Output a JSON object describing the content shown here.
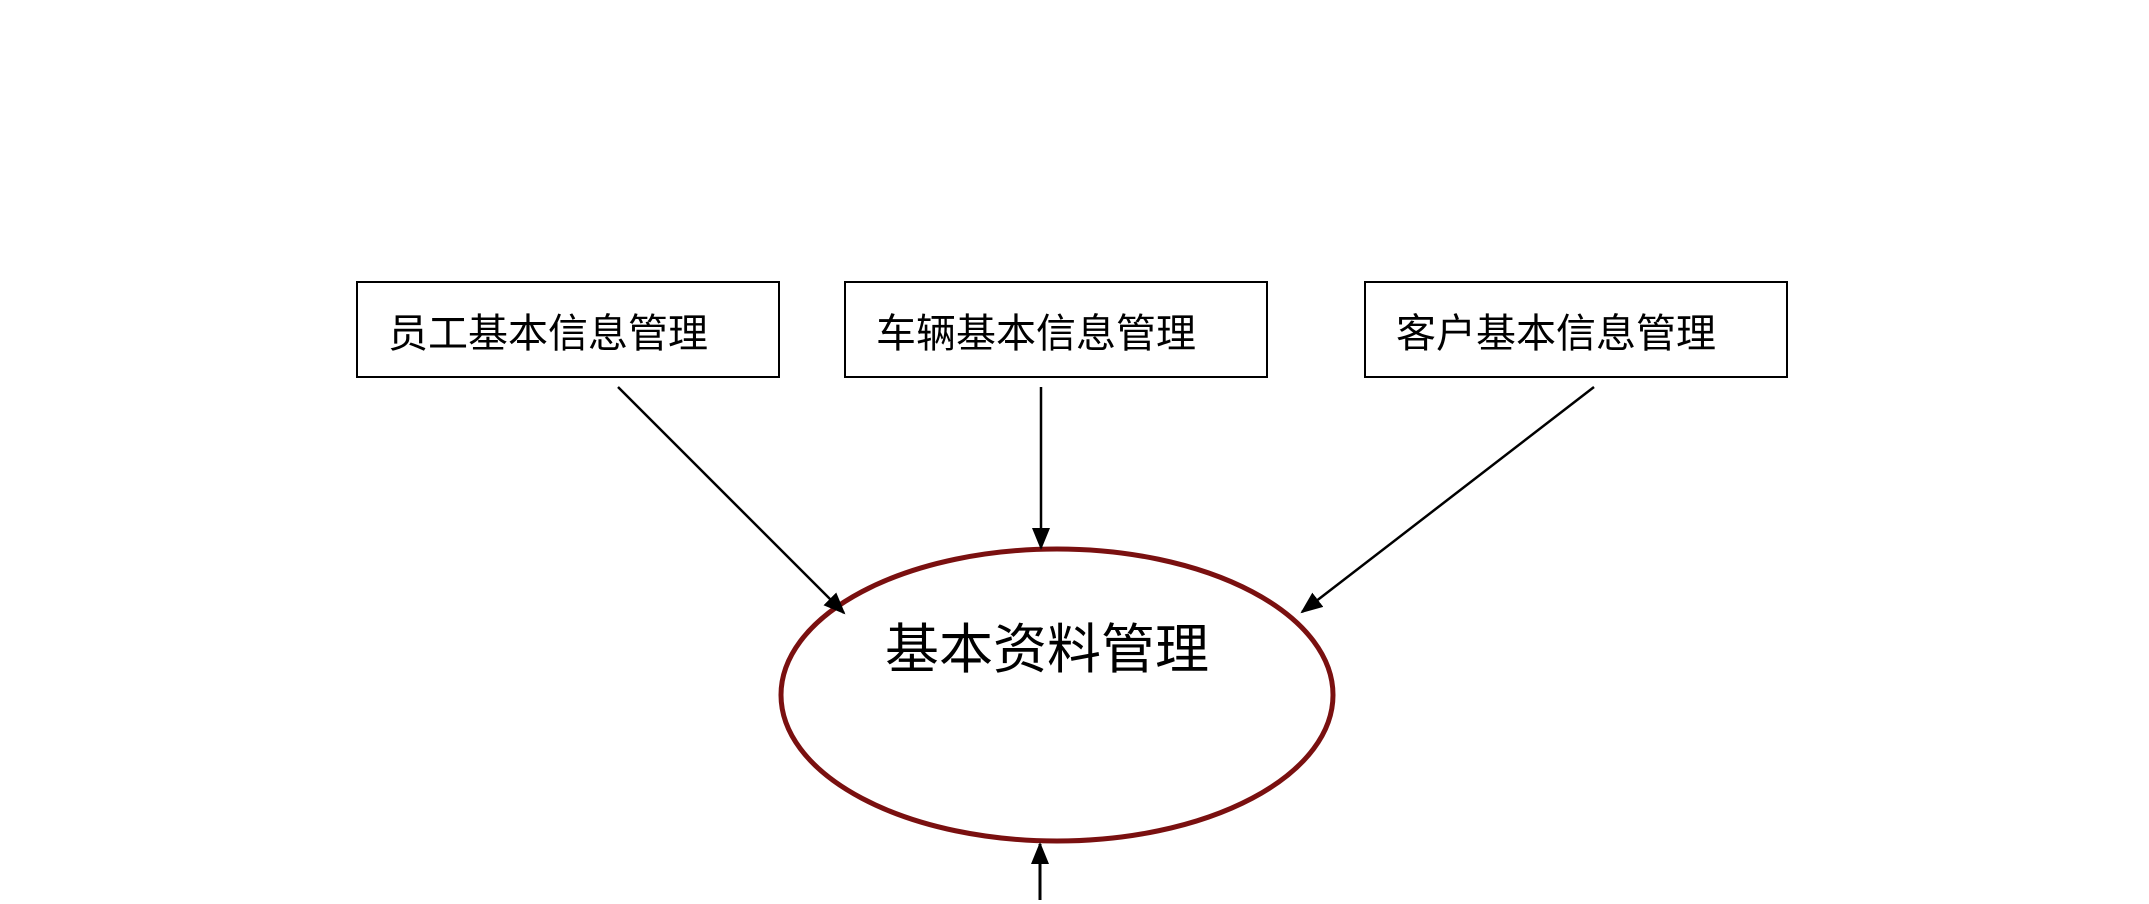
{
  "diagram": {
    "source_nodes": [
      {
        "label": "员工基本信息管理"
      },
      {
        "label": "车辆基本信息管理"
      },
      {
        "label": "客户基本信息管理"
      }
    ],
    "central_node": {
      "label": "基本资料管理"
    },
    "colors": {
      "ellipse_stroke": "#7a1010",
      "line": "#000000",
      "box_border": "#000000"
    }
  }
}
